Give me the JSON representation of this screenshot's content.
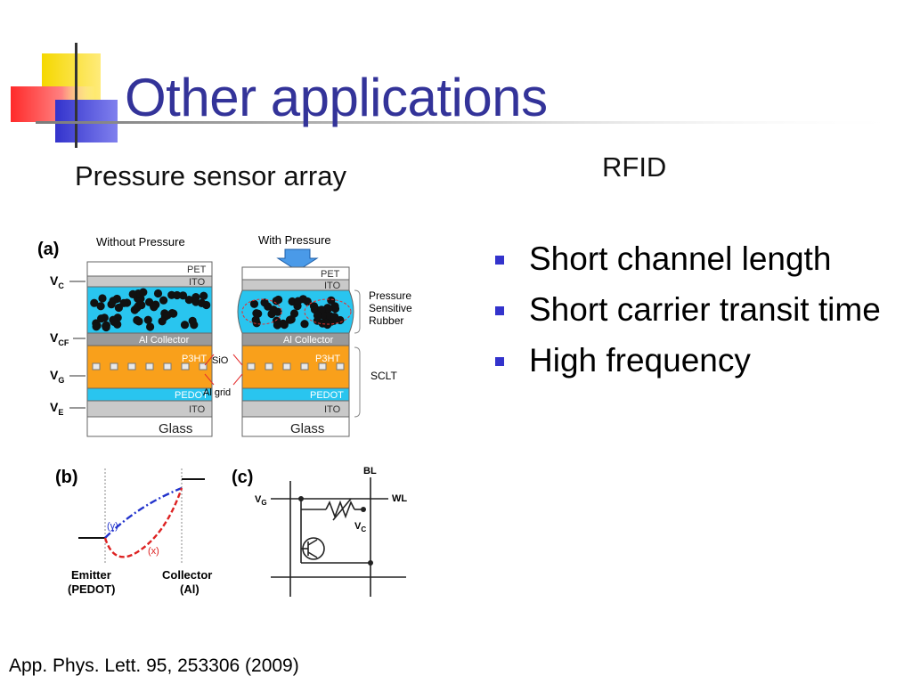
{
  "title": "Other applications",
  "left_heading": "Pressure sensor array",
  "right_heading": "RFID",
  "bullets": [
    "Short channel length",
    "Short carrier transit time",
    "High frequency"
  ],
  "citation": "App. Phys. Lett. 95, 253306 (2009)",
  "figure": {
    "panel_a": {
      "label": "(a)",
      "without_pressure": "Without Pressure",
      "with_pressure": "With Pressure",
      "layers": [
        "PET",
        "ITO",
        "Al Collector",
        "P3HT",
        "PEDOT",
        "ITO",
        "Glass"
      ],
      "voltages": {
        "vc": {
          "base": "V",
          "sub": "C"
        },
        "vcf": {
          "base": "V",
          "sub": "CF"
        },
        "vg": {
          "base": "V",
          "sub": "G"
        },
        "ve": {
          "base": "V",
          "sub": "E"
        }
      },
      "sio": "SiO",
      "al_grid": "Al grid",
      "psr": [
        "Pressure",
        "Sensitive",
        "Rubber"
      ],
      "sclt": "SCLT"
    },
    "panel_b": {
      "label": "(b)",
      "curve_y": "(y)",
      "curve_x": "(x)",
      "emitter": [
        "Emitter",
        "(PEDOT)"
      ],
      "collector": [
        "Collector",
        "(Al)"
      ]
    },
    "panel_c": {
      "label": "(c)",
      "bl": "BL",
      "wl": "WL",
      "vg": {
        "base": "V",
        "sub": "G"
      },
      "vc": {
        "base": "V",
        "sub": "C"
      }
    }
  },
  "colors": {
    "title": "#333399",
    "bullet": "#3333cc",
    "rubber": "#29c5ef",
    "p3ht": "#f9a01b",
    "pedot": "#29c5ef",
    "ito": "#c9c9c9",
    "curve_y": "#2233cc",
    "curve_x": "#dd2222"
  }
}
